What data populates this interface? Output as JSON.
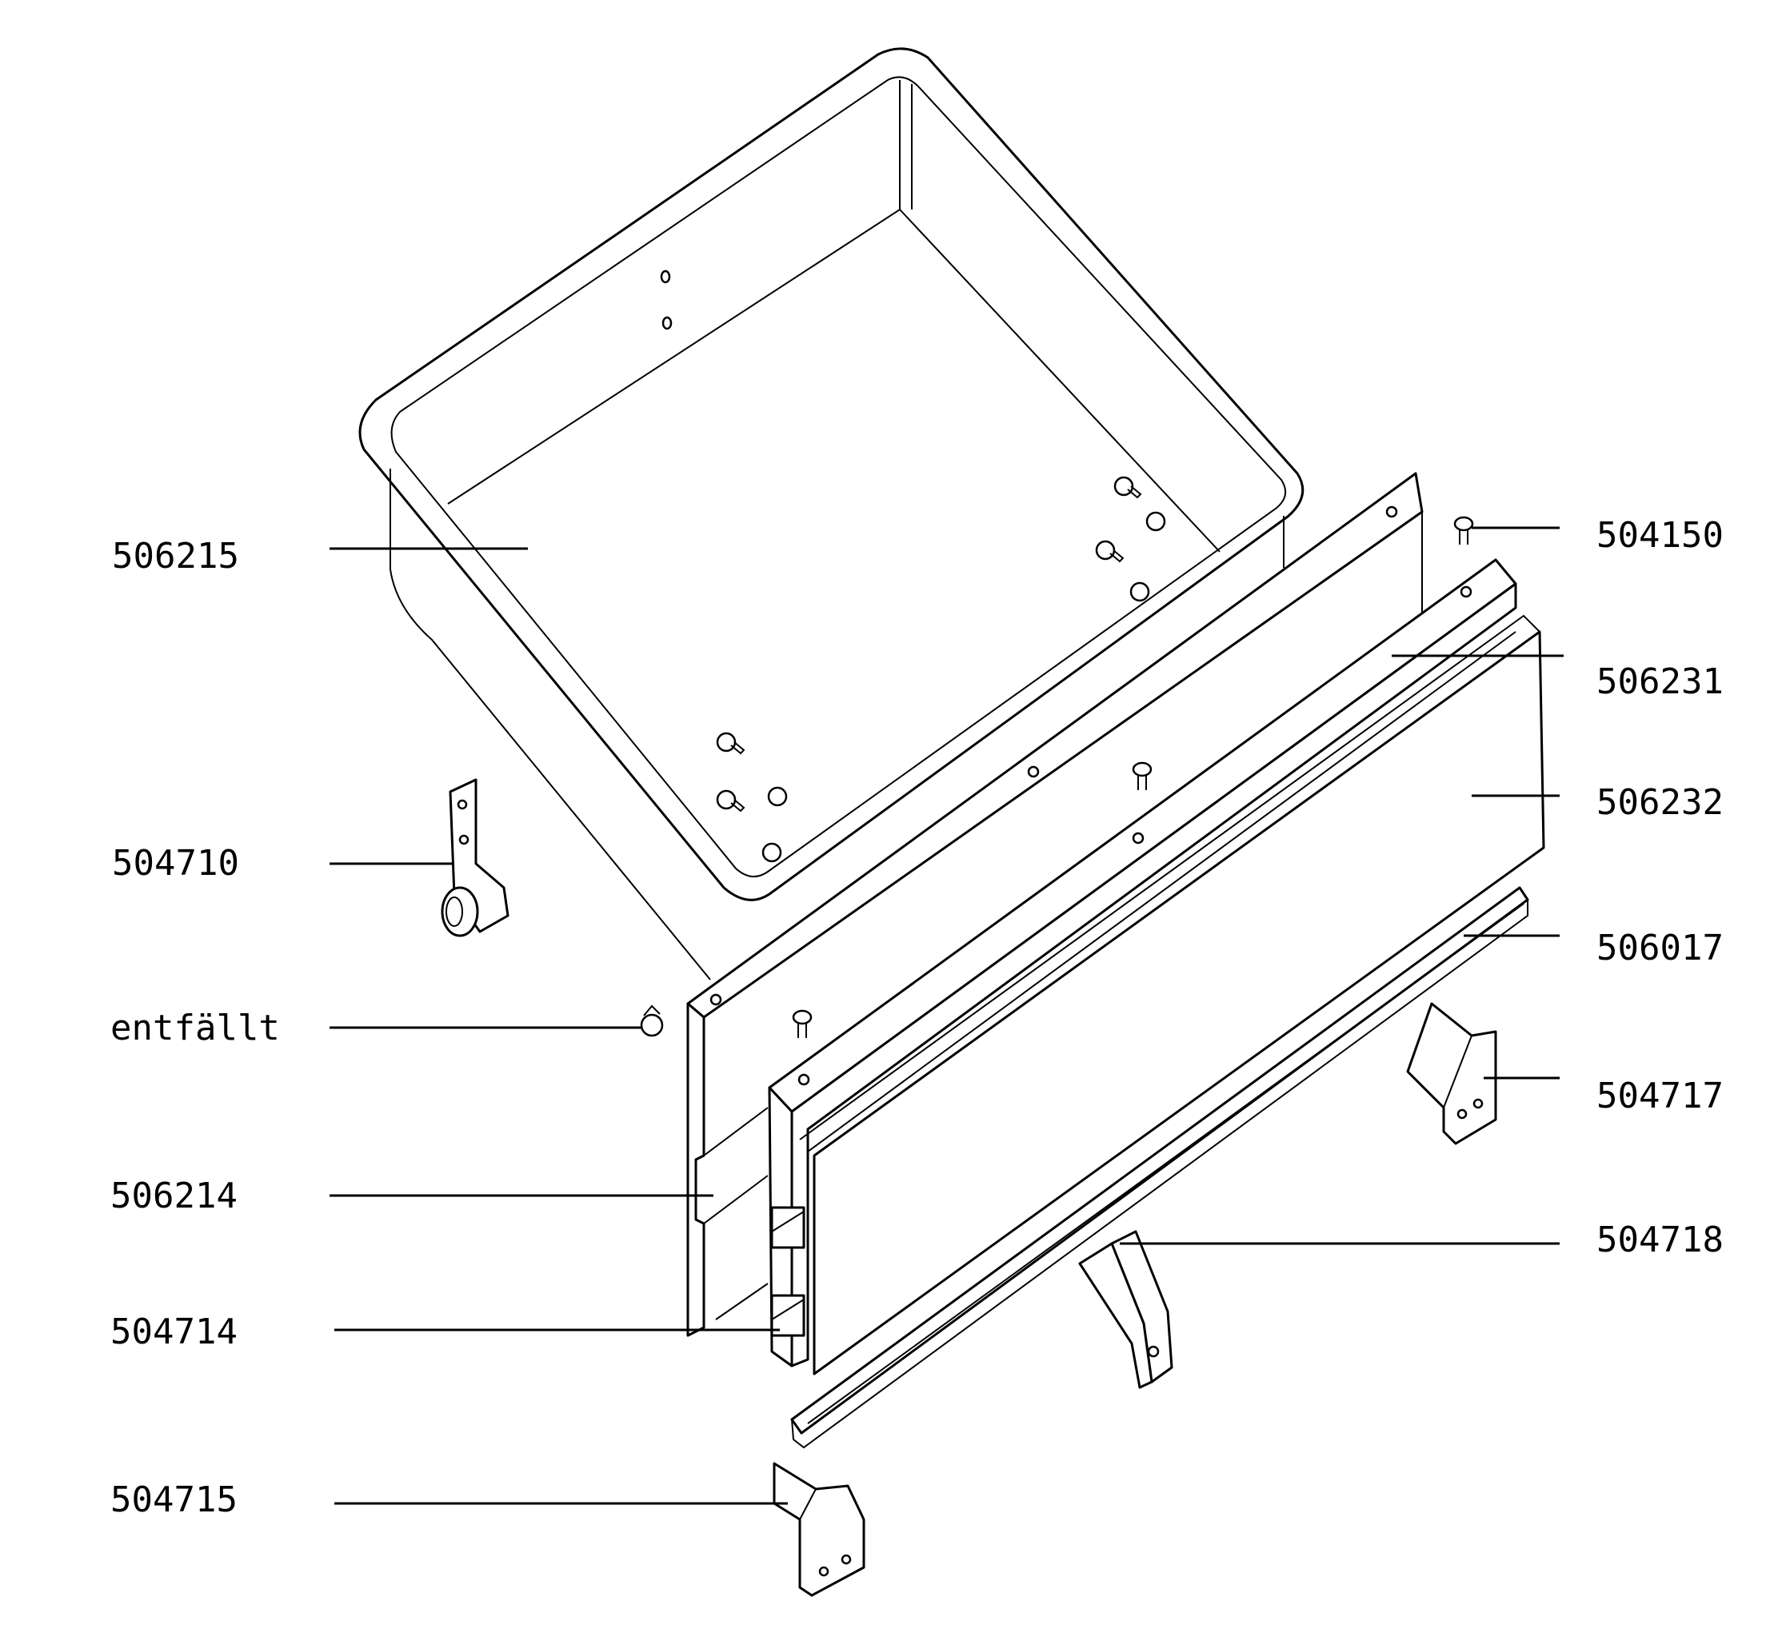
{
  "title": "",
  "labels": {
    "p506215": "506215",
    "p504150": "504150",
    "p506231": "506231",
    "p506232": "506232",
    "p504710": "504710",
    "p506017": "506017",
    "p_entfaellt": "entfällt",
    "p504717": "504717",
    "p506214": "506214",
    "p504718": "504718",
    "p504714": "504714",
    "p504715": "504715"
  }
}
